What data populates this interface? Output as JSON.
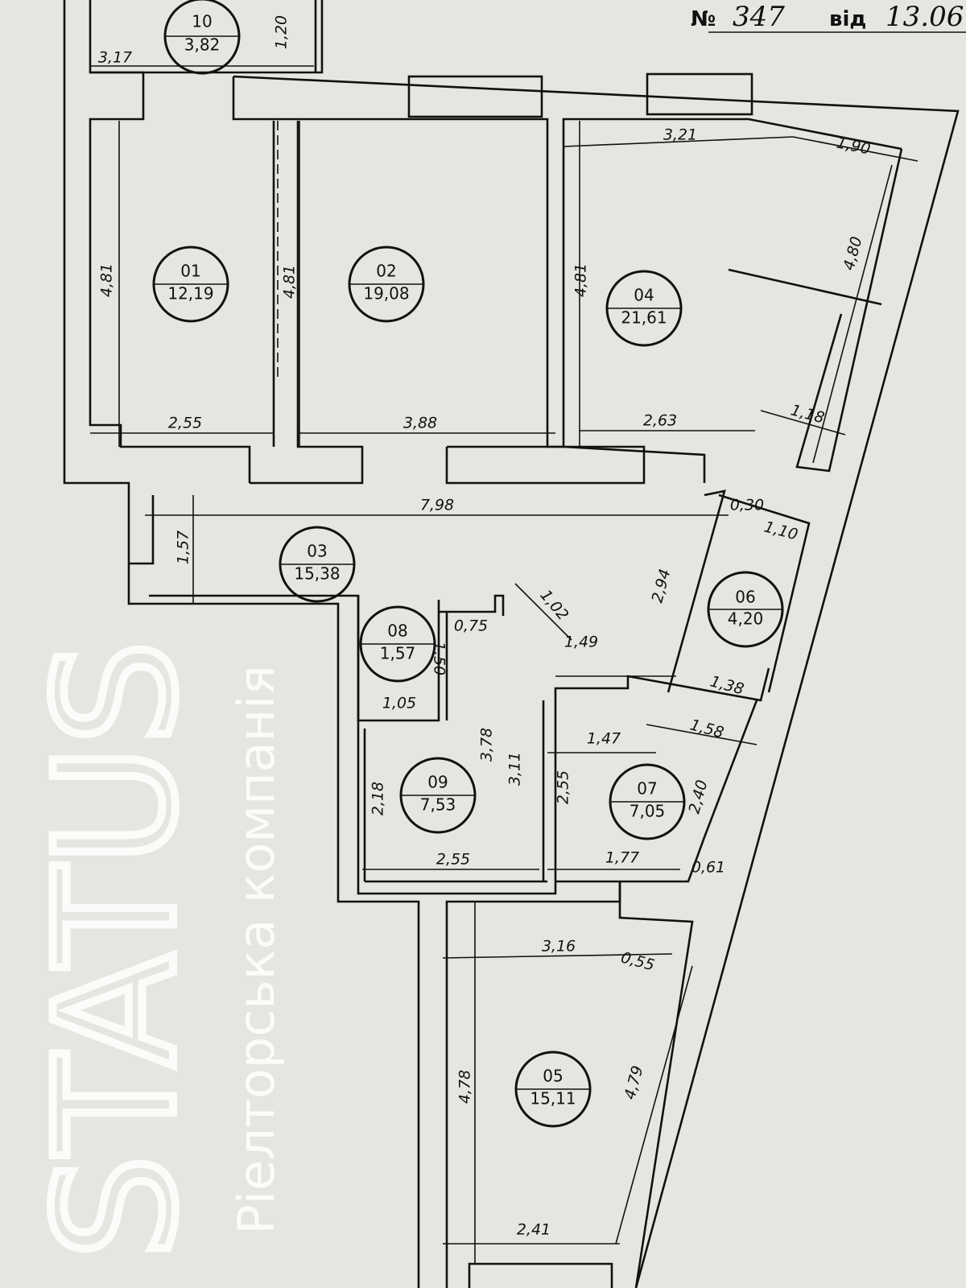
{
  "header": {
    "number_label": "№",
    "number": "347",
    "from_label": "від",
    "date": "13.06"
  },
  "rooms": [
    {
      "id": "10",
      "area": "3,82"
    },
    {
      "id": "01",
      "area": "12,19"
    },
    {
      "id": "02",
      "area": "19,08"
    },
    {
      "id": "04",
      "area": "21,61"
    },
    {
      "id": "03",
      "area": "15,38"
    },
    {
      "id": "06",
      "area": "4,20"
    },
    {
      "id": "08",
      "area": "1,57"
    },
    {
      "id": "09",
      "area": "7,53"
    },
    {
      "id": "07",
      "area": "7,05"
    },
    {
      "id": "05",
      "area": "15,11"
    }
  ],
  "dimensions": [
    "3,17",
    "1,20",
    "3,21",
    "1,90",
    "4,81",
    "4,81",
    "4,81",
    "4,80",
    "2,55",
    "3,88",
    "2,63",
    "1,18",
    "7,98",
    "0,30",
    "1,10",
    "1,57",
    "2,94",
    "1,02",
    "0,75",
    "1,50",
    "1,49",
    "1,38",
    "1,05",
    "3,78",
    "3,11",
    "1,47",
    "1,58",
    "2,18",
    "2,55",
    "2,40",
    "2,55",
    "1,77",
    "0,61",
    "3,16",
    "0,55",
    "4,78",
    "4,79",
    "2,41"
  ],
  "watermark": {
    "brand": "STATUS",
    "tagline": "Ріелторська компанія"
  }
}
